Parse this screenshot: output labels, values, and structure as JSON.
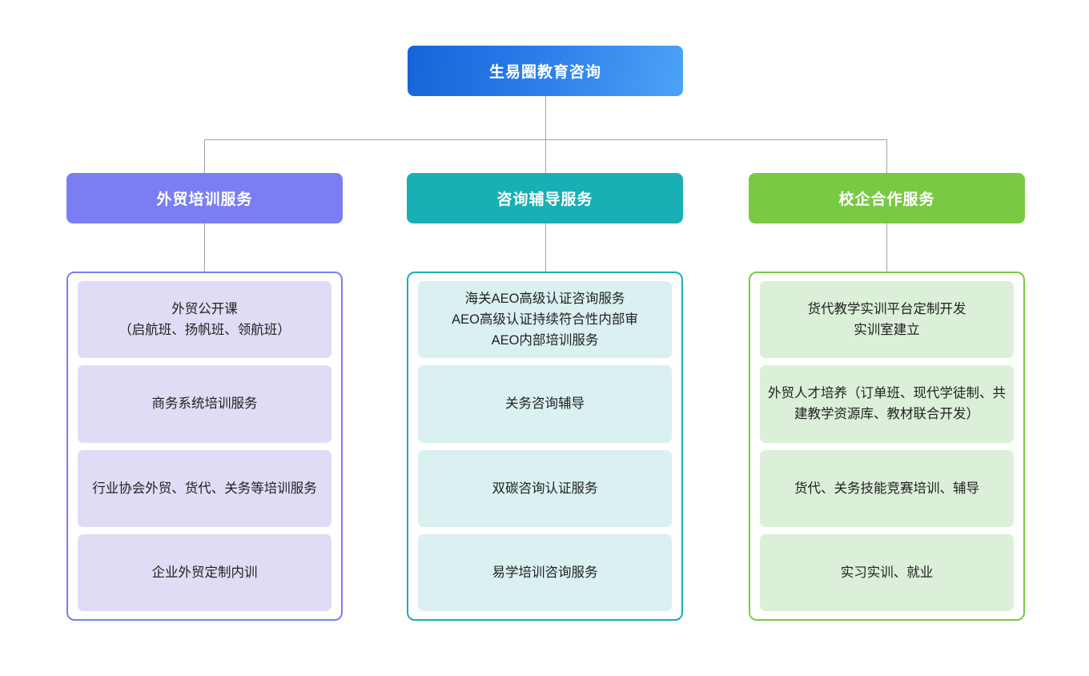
{
  "diagram": {
    "title": "生易圈教育咨询",
    "root": {
      "label": "生易圈教育咨询",
      "color": "#2a7ce8"
    },
    "branches": [
      {
        "id": "waimao-peixun",
        "label": "外贸培训服务",
        "accent": "#7b7ef2",
        "item_fill": "#e0dcf5",
        "items": [
          {
            "label": "外贸公开课\n（启航班、扬帆班、领航班）"
          },
          {
            "label": "商务系统培训服务"
          },
          {
            "label": "行业协会外贸、货代、关务等培训服务"
          },
          {
            "label": "企业外贸定制内训"
          }
        ]
      },
      {
        "id": "zixun-fudao",
        "label": "咨询辅导服务",
        "accent": "#18b0b4",
        "item_fill": "#daf0f1",
        "items": [
          {
            "label": "海关AEO高级认证咨询服务\nAEO高级认证持续符合性内部审\nAEO内部培训服务"
          },
          {
            "label": "关务咨询辅导"
          },
          {
            "label": "双碳咨询认证服务"
          },
          {
            "label": "易学培训咨询服务"
          }
        ]
      },
      {
        "id": "xiaoqi-hezuo",
        "label": "校企合作服务",
        "accent": "#7ac943",
        "item_fill": "#dcefd9",
        "items": [
          {
            "label": "货代教学实训平台定制开发\n实训室建立"
          },
          {
            "label": "外贸人才培养（订单班、现代学徒制、共建教学资源库、教材联合开发）"
          },
          {
            "label": "货代、关务技能竞赛培训、辅导"
          },
          {
            "label": "实习实训、就业"
          }
        ]
      }
    ],
    "connector_color": "#9aa5b1"
  }
}
